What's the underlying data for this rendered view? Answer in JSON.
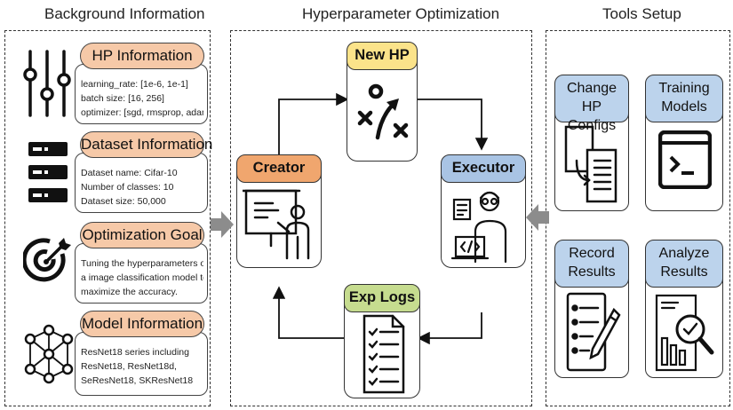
{
  "sections": {
    "background": "Background Information",
    "hpo": "Hyperparameter Optimization",
    "tools": "Tools Setup"
  },
  "background_cards": [
    {
      "title": "HP Information",
      "lines": [
        "learning_rate: [1e-6, 1e-1]",
        "batch size: [16, 256]",
        "optimizer: [sgd, rmsprop, adam]"
      ],
      "icon": "sliders-icon"
    },
    {
      "title": "Dataset Information",
      "lines": [
        "Dataset name: Cifar-10",
        "Number of classes: 10",
        "Dataset size: 50,000"
      ],
      "icon": "server-stack-icon"
    },
    {
      "title": "Optimization Goal",
      "lines": [
        "Tuning the hyperparameters of",
        "a image classification model to",
        "maximize the accuracy."
      ],
      "icon": "target-icon"
    },
    {
      "title": "Model Information",
      "lines": [
        "ResNet18 series including",
        "ResNet18, ResNet18d,",
        "SeResNet18, SKResNet18"
      ],
      "icon": "neural-network-icon"
    }
  ],
  "agents": {
    "new_hp": "New HP",
    "creator": "Creator",
    "executor": "Executor",
    "exp_logs": "Exp Logs"
  },
  "tools": {
    "change_hp_1": "Change HP",
    "change_hp_2": "Configs",
    "training_1": "Training",
    "training_2": "Models",
    "record_1": "Record",
    "record_2": "Results",
    "analyze_1": "Analyze",
    "analyze_2": "Results"
  },
  "colors": {
    "pill_orange": "#f6c9a8",
    "creator_orange": "#f0a66e",
    "new_hp_yellow": "#fbe38a",
    "executor_blue": "#a9c4e4",
    "exp_logs_green": "#c6dc8f",
    "tool_blue": "#bcd3ec",
    "arrow_gray": "#8c8c8c"
  }
}
